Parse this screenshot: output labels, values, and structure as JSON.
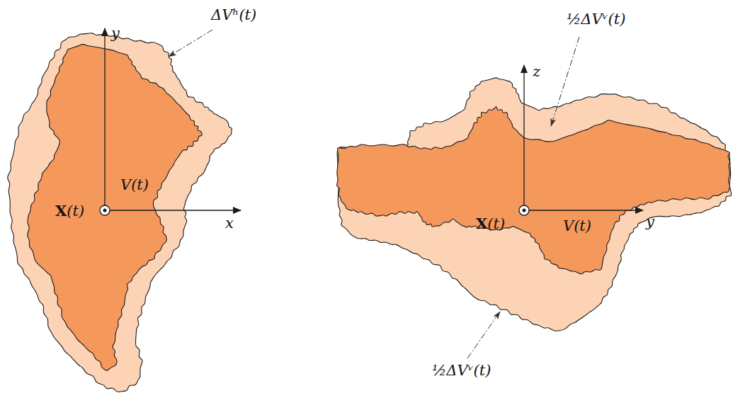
{
  "diagram": {
    "labels": [
      "ΔVʰ(t)",
      "y",
      "x",
      "V(t)",
      "X(t)",
      "½ΔVᵛ(t)",
      "z",
      "V(t)",
      "X(t)",
      "y",
      "½ΔVᵛ(t)"
    ]
  }
}
